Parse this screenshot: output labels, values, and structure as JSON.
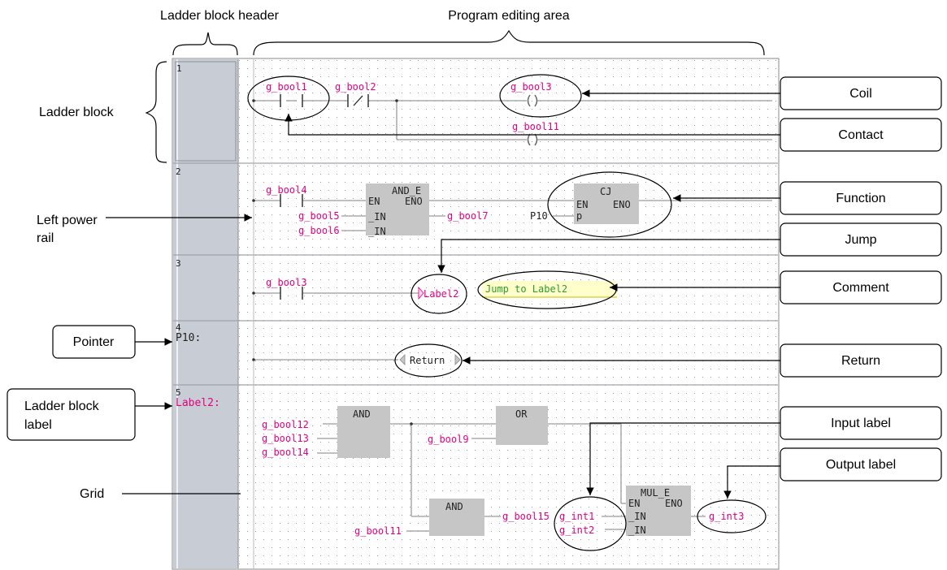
{
  "headers": {
    "ladder_block_header": "Ladder block header",
    "program_editing_area": "Program editing area"
  },
  "side_labels": {
    "ladder_block": "Ladder block",
    "left_power_rail_1": "Left power",
    "left_power_rail_2": "rail",
    "pointer": "Pointer",
    "ladder_block_label_1": "Ladder block",
    "ladder_block_label_2": "label",
    "grid": "Grid"
  },
  "right_labels": {
    "coil": "Coil",
    "contact": "Contact",
    "function": "Function",
    "jump": "Jump",
    "comment": "Comment",
    "return": "Return",
    "input_label": "Input label",
    "output_label": "Output label"
  },
  "block_numbers": {
    "b1": "1",
    "b2": "2",
    "b3": "3",
    "b4": "4",
    "b4_pointer": "P10:",
    "b5": "5",
    "b5_label": "Label2:"
  },
  "block1": {
    "contact1": "g_bool1",
    "contact2": "g_bool2",
    "coil1": "g_bool3",
    "coil2": "g_bool11"
  },
  "block2": {
    "contact": "g_bool4",
    "in1": "g_bool5",
    "in2": "g_bool6",
    "out": "g_bool7",
    "fb1_title": "AND_E",
    "fb1_en": "EN",
    "fb1_eno": "ENO",
    "fb1_in1": "_IN",
    "fb1_in2": "_IN",
    "pointer_in": "P10",
    "fb2_title": "CJ",
    "fb2_en": "EN",
    "fb2_eno": "ENO",
    "fb2_p": "p"
  },
  "block3": {
    "contact": "g_bool3",
    "jump_label": "Label2",
    "comment": "Jump to Label2"
  },
  "block4": {
    "return_label": "Return"
  },
  "block5": {
    "in1": "g_bool12",
    "in2": "g_bool13",
    "in3": "g_bool14",
    "and1_title": "AND",
    "or_in": "g_bool9",
    "or_title": "OR",
    "and2_title": "AND",
    "and2_in": "g_bool11",
    "and2_out": "g_bool15",
    "mul_in1": "g_int1",
    "mul_in2": "g_int2",
    "mul_title": "MUL_E",
    "mul_en": "EN",
    "mul_eno": "ENO",
    "mul_in_a": "_IN",
    "mul_in_b": "_IN",
    "mul_out": "g_int3"
  },
  "colors": {
    "variable": "#e6007e",
    "comment_text": "#2e9b2e",
    "comment_bg": "#ffffcc",
    "header_gray": "#c8ccd4",
    "fb_gray": "#c6c6c6",
    "ladder_line": "#9a9a9a"
  }
}
